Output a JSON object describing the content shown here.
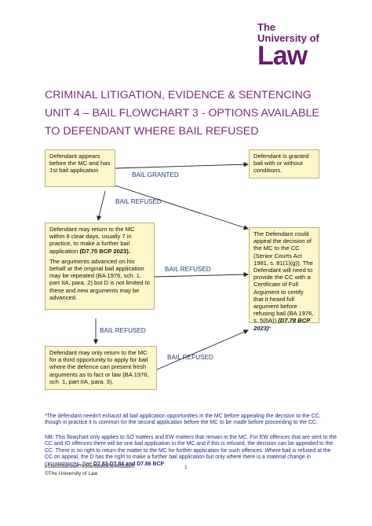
{
  "logo": {
    "line1": "The",
    "line2": "University of",
    "line3": "Law"
  },
  "titles": [
    "CRIMINAL LITIGATION, EVIDENCE & SENTENCING",
    "UNIT 4 – BAIL FLOWCHART 3 - OPTIONS AVAILABLE",
    "TO DEFENDANT WHERE BAIL REFUSED"
  ],
  "boxes": {
    "appears": {
      "text": "Defendant appears before the MC and has 1st bail application"
    },
    "granted": {
      "text": "Defendant is granted bail with or without conditions."
    },
    "return_mc": {
      "p1": "Defendant may return to the MC within 8 clear days, usually 7 in practice, to make a further bail application",
      "p1_ref": "(D7.70 BCP 2023).",
      "p2": "The arguments advanced on his behalf at the original bail application may be repeated (BA 1976, sch. 1, part IIA, para. 2) but D is not limited to these and new arguments may be advanced."
    },
    "appeal_cc": {
      "text": "The Defendant could appeal the decision of the MC to the CC (Senior Courts Act 1981, s. 81(1)(g)). The Defendant will need to provide the CC with a Certificate of Full Argument to certify that it heard full argument before refusing bail (BA 1976, s. 5(6A))",
      "ref": "(D7.78 BCP 2023)",
      "star": "*"
    },
    "third": {
      "text": "Defendant may only return to the MC for a third opportunity to apply for bail where the defence can present fresh arguments as to fact or law (BA 1976, sch. 1, part IIA, para. 3)."
    }
  },
  "labels": {
    "bail_granted": "BAIL GRANTED",
    "refused_1": "BAIL REFUSED",
    "refused_2": "BAIL REFUSED",
    "refused_3": "BAIL REFUSED",
    "refused_4": "BAIL REFUSED"
  },
  "notes": {
    "star": "*The defendant needn't exhaust all bail application opportunities in the MC before appealing the decision to the CC, though in practice it is common for the second application before the MC to be made before proceeding to the CC.",
    "nb": "NB: This flowchart only applies to SO matters and EW matters that remain in the MC. For EW offences that are sent to the CC and IO offences there will be one bail application in the MC and if this is refused, the decision can be appealed to the CC. There is no right to return the matter to the MC for further application for such offences. Where bail is refused at the CC on appeal, the D has the right to make a further bail application but only where there is a material change in circumstances. See",
    "nb_ref": "D7.83-D7.84 and D7.86 BCP"
  },
  "footer": {
    "code": "e18e859a0ee67896ef98e6b0e499b8e5",
    "copyright": "©The University of Law",
    "page": "1"
  },
  "colors": {
    "accent": "#6a1a6f",
    "title": "#7a2a7c",
    "box": "#fdf6c8",
    "label": "#1f3b70",
    "note": "#1a2a8a"
  }
}
